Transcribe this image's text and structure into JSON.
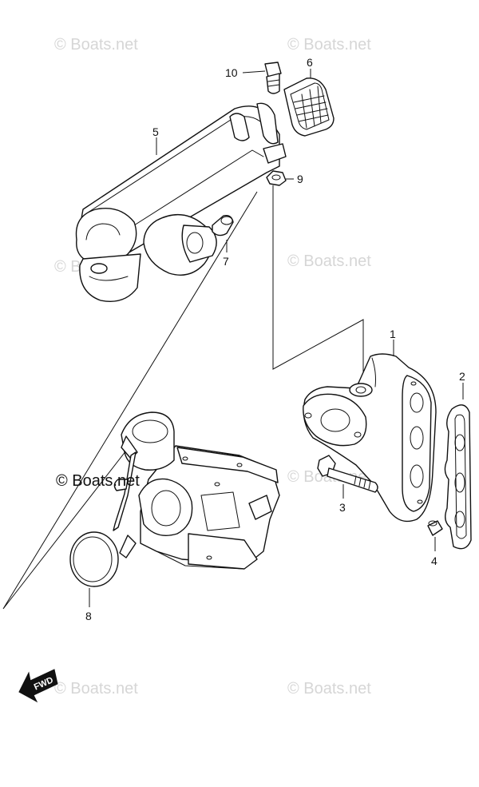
{
  "watermark": {
    "text": "© Boats.net",
    "main_text": "© Boats.net"
  },
  "callouts": {
    "c1": "1",
    "c2": "2",
    "c3": "3",
    "c4": "4",
    "c5": "5",
    "c6": "6",
    "c7": "7",
    "c8": "8",
    "c9": "9",
    "c10": "10"
  },
  "fwd_label": "FWD",
  "colors": {
    "line": "#111111",
    "watermark": "#d6d6d6",
    "background": "#ffffff"
  }
}
